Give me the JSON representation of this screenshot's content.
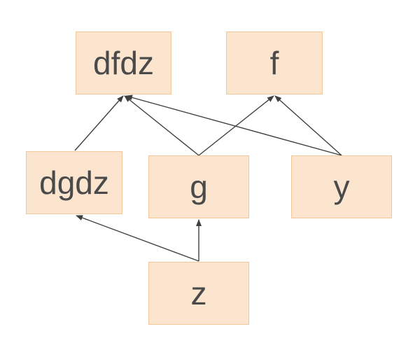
{
  "nodes": {
    "dfdz": {
      "label": "dfdz"
    },
    "f": {
      "label": "f"
    },
    "dgdz": {
      "label": "dgdz"
    },
    "g": {
      "label": "g"
    },
    "y": {
      "label": "y"
    },
    "z": {
      "label": "z"
    }
  },
  "edges": [
    {
      "from": "dgdz",
      "to": "dfdz"
    },
    {
      "from": "g",
      "to": "dfdz"
    },
    {
      "from": "y",
      "to": "dfdz"
    },
    {
      "from": "g",
      "to": "f"
    },
    {
      "from": "y",
      "to": "f"
    },
    {
      "from": "z",
      "to": "dgdz"
    },
    {
      "from": "z",
      "to": "g"
    }
  ],
  "colors": {
    "node_fill": "#fbe5cf",
    "node_border": "#f2c79a",
    "edge": "#3f3f3f",
    "text": "#4a4a4a"
  }
}
